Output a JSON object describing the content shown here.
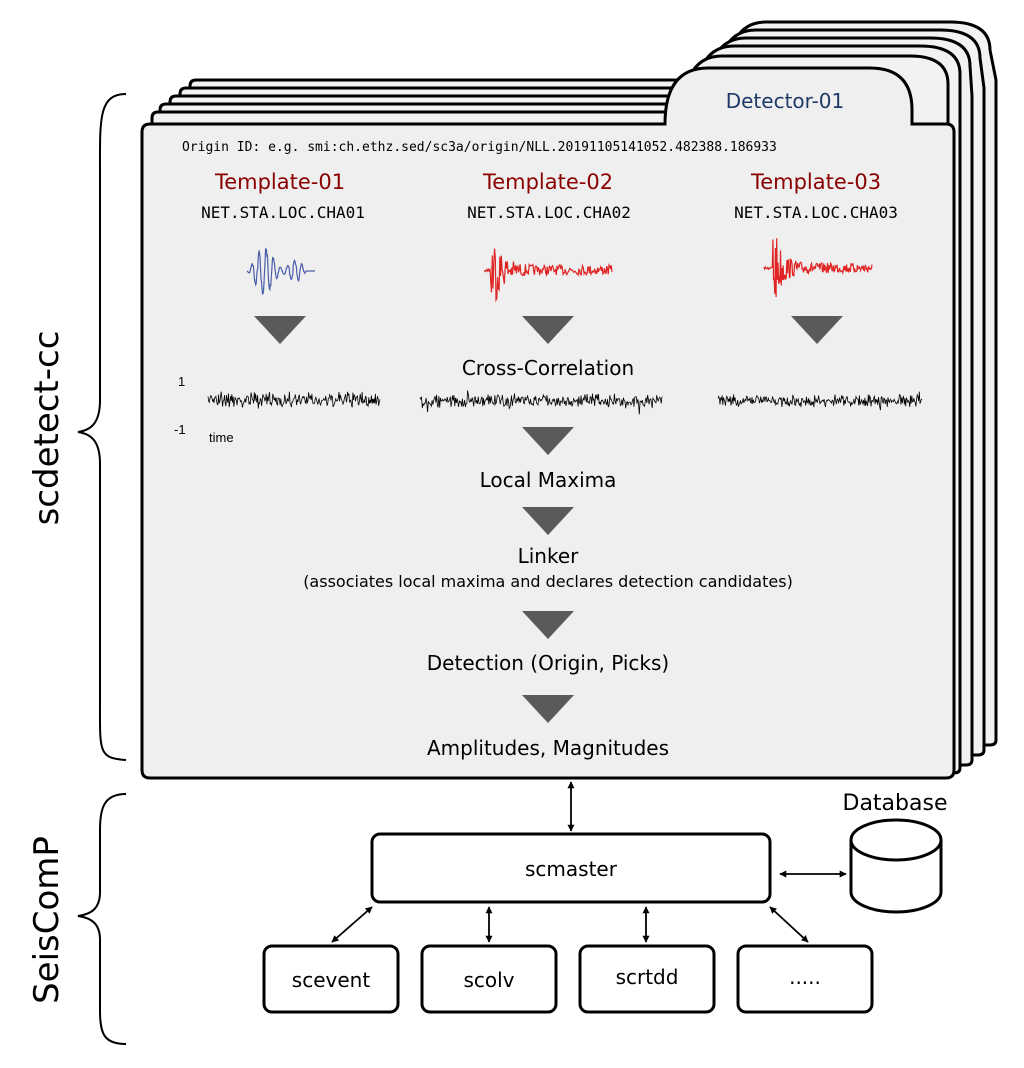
{
  "side_labels": {
    "upper": "scdetect-cc",
    "lower": "SeisComP"
  },
  "detector": {
    "tab_label": "Detector-01",
    "origin_id": "Origin ID: e.g. smi:ch.ethz.sed/sc3a/origin/NLL.20191105141052.482388.186933",
    "templates": [
      {
        "title": "Template-01",
        "stream": "NET.STA.LOC.CHA01",
        "waveform_color": "#4a5ea8"
      },
      {
        "title": "Template-02",
        "stream": "NET.STA.LOC.CHA02",
        "waveform_color": "#e02424"
      },
      {
        "title": "Template-03",
        "stream": "NET.STA.LOC.CHA03",
        "waveform_color": "#e02424"
      }
    ],
    "cc_axis": {
      "top": "1",
      "bottom": "-1",
      "x_label": "time"
    },
    "steps": {
      "cross_correlation": "Cross-Correlation",
      "local_maxima": "Local Maxima",
      "linker": "Linker",
      "linker_note": "(associates local maxima and declares detection candidates)",
      "detection": "Detection (Origin, Picks)",
      "amplitudes": "Amplitudes, Magnitudes"
    }
  },
  "seiscomp": {
    "database_label": "Database",
    "master": "scmaster",
    "modules": [
      "scevent",
      "scolv",
      "scrtdd",
      "....."
    ]
  },
  "colors": {
    "template_title": "#8b0000",
    "tab_label": "#1f3a68",
    "panel_fill": "#efefef",
    "arrow_fill": "#5a5a5a"
  }
}
